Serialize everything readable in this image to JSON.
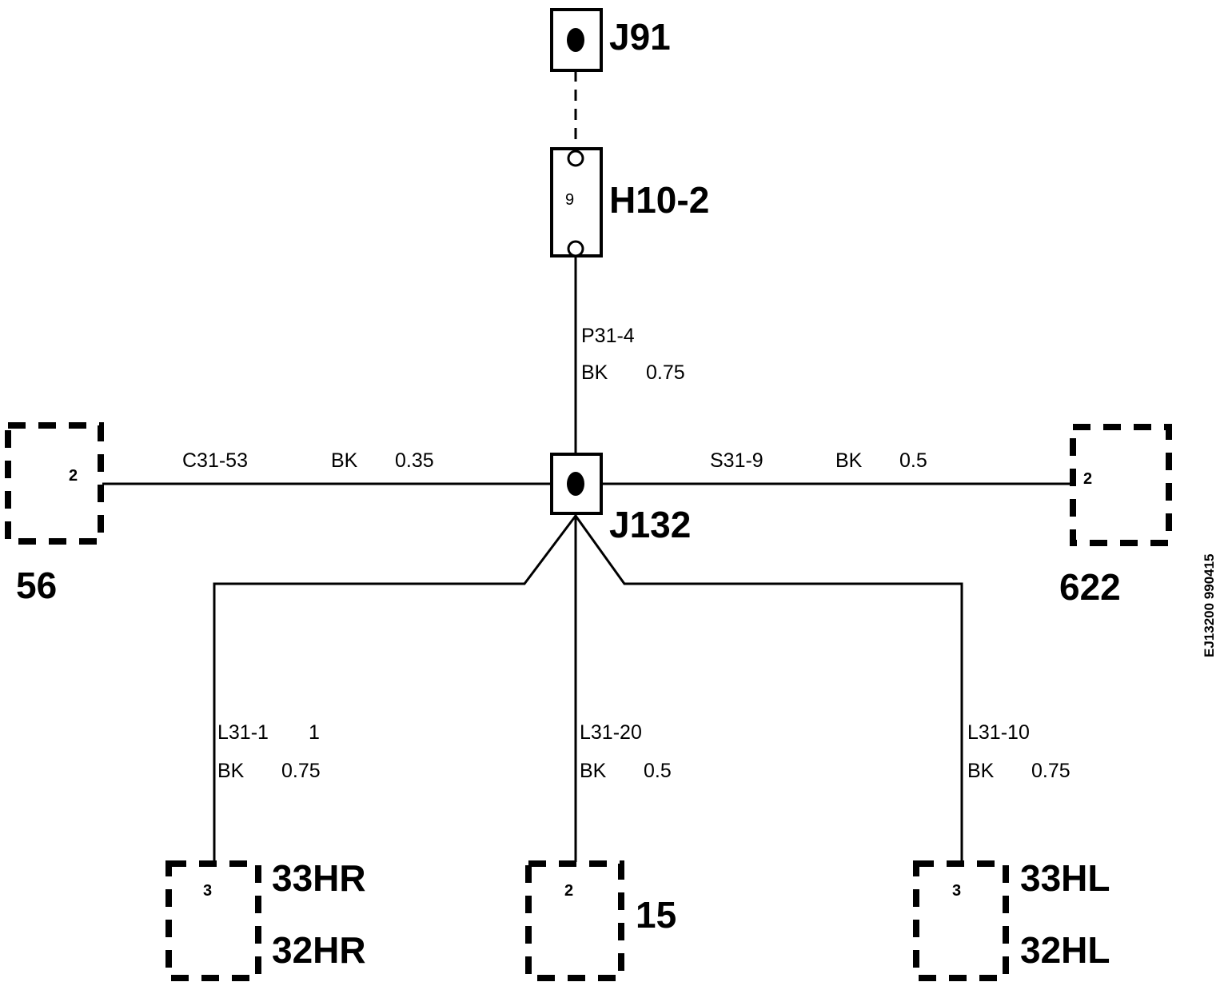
{
  "components": {
    "j91": {
      "label": "J91"
    },
    "h10_2": {
      "label": "H10-2",
      "pin": "9"
    },
    "j132": {
      "label": "J132"
    },
    "c56": {
      "label": "56",
      "pin": "2"
    },
    "c622": {
      "label": "622",
      "pin": "2"
    },
    "c33hr": {
      "label_top": "33HR",
      "label_bottom": "32HR",
      "pin": "3"
    },
    "c15": {
      "label": "15",
      "pin": "2"
    },
    "c33hl": {
      "label_top": "33HL",
      "label_bottom": "32HL",
      "pin": "3"
    }
  },
  "wires": {
    "p31_4": {
      "id": "P31-4",
      "color": "BK",
      "size": "0.75"
    },
    "c31_53": {
      "id": "C31-53",
      "color": "BK",
      "size": "0.35"
    },
    "s31_9": {
      "id": "S31-9",
      "color": "BK",
      "size": "0.5"
    },
    "l31_1": {
      "id": "L31-1",
      "extra": "1",
      "color": "BK",
      "size": "0.75"
    },
    "l31_20": {
      "id": "L31-20",
      "color": "BK",
      "size": "0.5"
    },
    "l31_10": {
      "id": "L31-10",
      "color": "BK",
      "size": "0.75"
    }
  },
  "reference": "EJ13200 990415"
}
